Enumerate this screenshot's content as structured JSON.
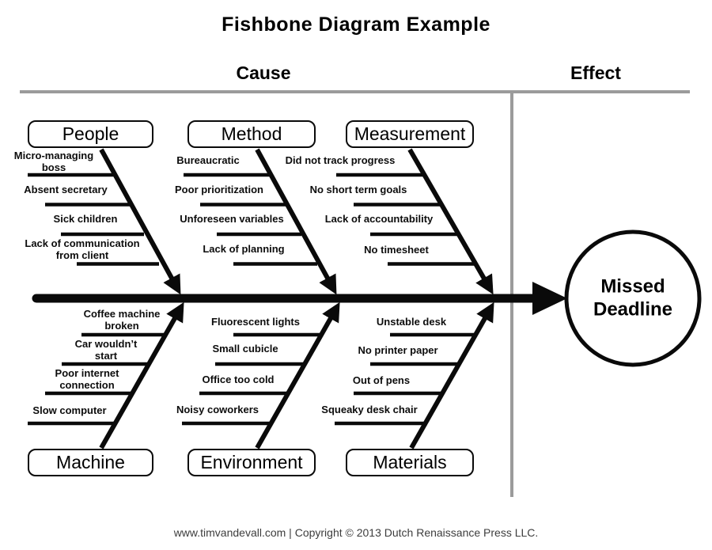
{
  "title": "Fishbone Diagram Example",
  "headers": {
    "cause": "Cause",
    "effect": "Effect"
  },
  "effect_node": {
    "label": "Missed Deadline"
  },
  "branches": [
    {
      "label": "People",
      "side": "top",
      "causes": [
        "Micro-managing boss",
        "Absent secretary",
        "Sick children",
        "Lack of communication from client"
      ]
    },
    {
      "label": "Method",
      "side": "top",
      "causes": [
        "Bureaucratic",
        "Poor prioritization",
        "Unforeseen variables",
        "Lack of planning"
      ]
    },
    {
      "label": "Measurement",
      "side": "top",
      "causes": [
        "Did not track progress",
        "No short term goals",
        "Lack of accountability",
        "No timesheet"
      ]
    },
    {
      "label": "Machine",
      "side": "bottom",
      "causes": [
        "Coffee machine broken",
        "Car wouldn’t start",
        "Poor internet connection",
        "Slow computer"
      ]
    },
    {
      "label": "Environment",
      "side": "bottom",
      "causes": [
        "Fluorescent lights",
        "Small cubicle",
        "Office too cold",
        "Noisy coworkers"
      ]
    },
    {
      "label": "Materials",
      "side": "bottom",
      "causes": [
        "Unstable desk",
        "No printer paper",
        "Out of pens",
        "Squeaky desk chair"
      ]
    }
  ],
  "footer": "www.timvandevall.com | Copyright © 2013 Dutch Renaissance Press LLC.",
  "colors": {
    "ink": "#0a0a0a",
    "divider": "#9b9b9b",
    "background": "#ffffff"
  }
}
